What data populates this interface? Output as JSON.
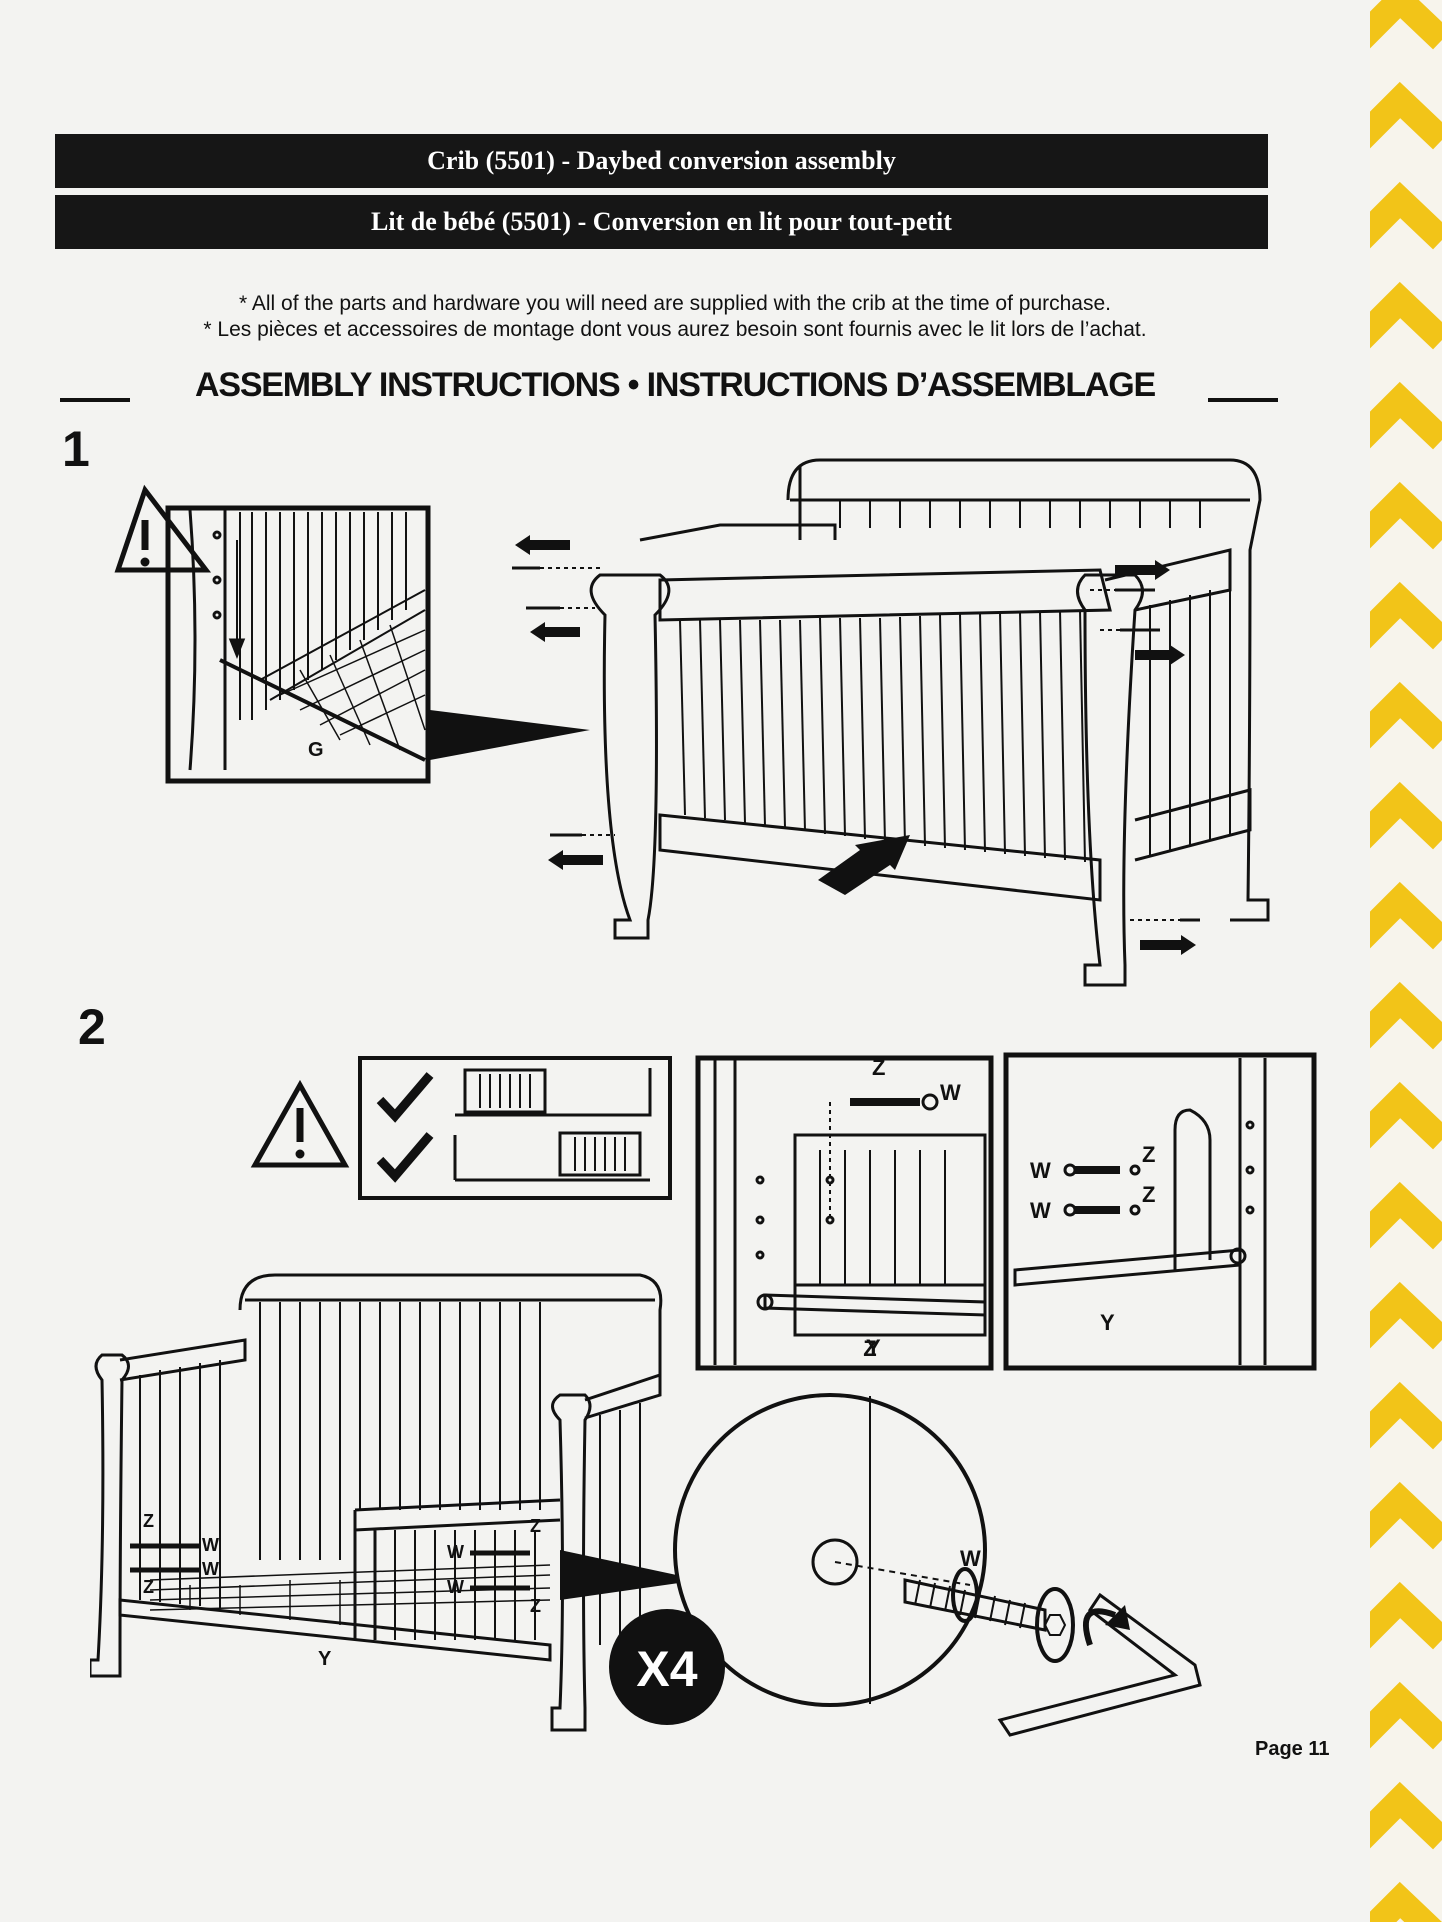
{
  "header": {
    "title_en": "Crib (5501) - Daybed conversion assembly",
    "title_fr": "Lit de bébé (5501) - Conversion en lit pour tout-petit"
  },
  "notes": {
    "en": "* All of the parts and hardware you will need are supplied with the crib at the time of purchase.",
    "fr": "* Les pièces et accessoires de montage dont vous aurez besoin sont fournis avec le lit lors de l’achat."
  },
  "section_heading": "ASSEMBLY INSTRUCTIONS • INSTRUCTIONS D’ASSEMBLAGE",
  "steps": [
    {
      "number": "1",
      "labels": {
        "spring": "G"
      }
    },
    {
      "number": "2",
      "labels": {
        "part_y": "Y",
        "bolt": "W",
        "washer": "Z",
        "quantity": "X4"
      }
    }
  ],
  "footer": {
    "page": "Page 11"
  },
  "colors": {
    "ink": "#111111",
    "paper": "#f3f3f1",
    "banner": "#161616",
    "backdrop_yellow": "#f2c418"
  },
  "icons": [
    "warning-icon",
    "checkmark-icon",
    "arrow-icon",
    "allen-key-icon"
  ]
}
